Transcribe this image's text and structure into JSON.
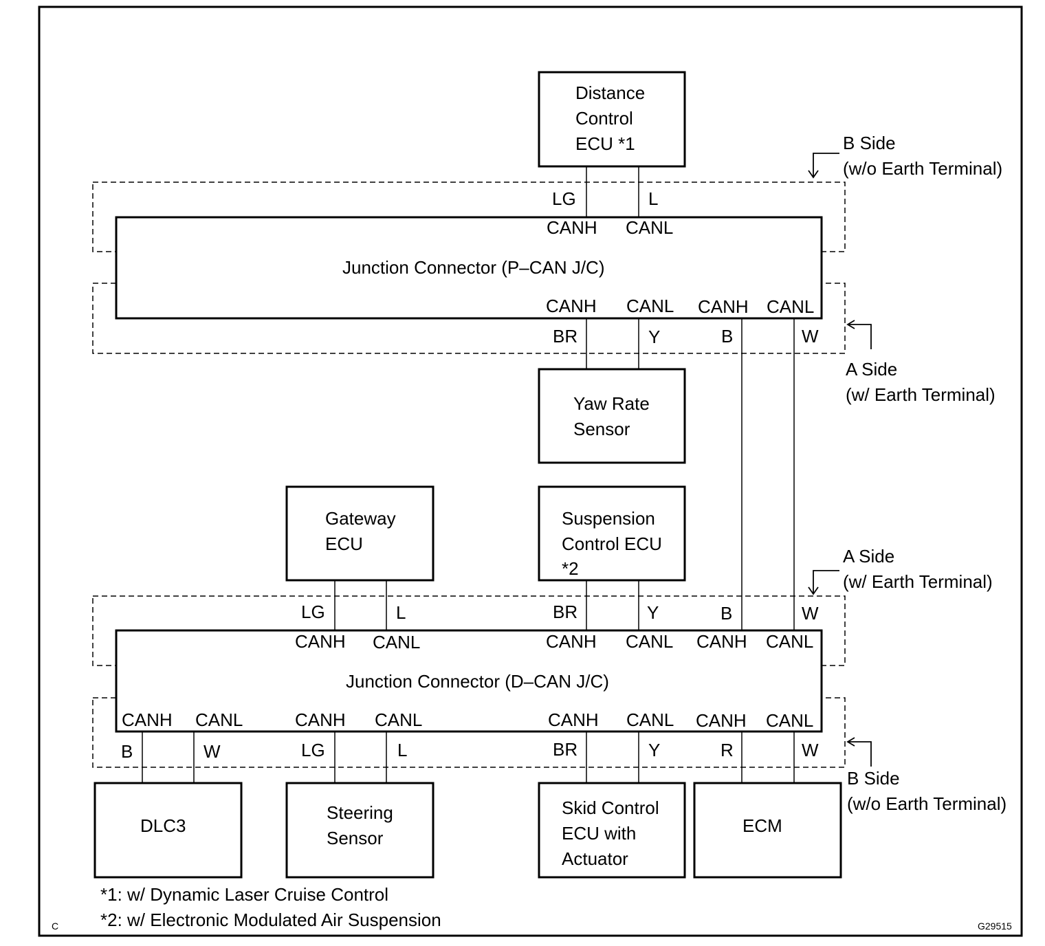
{
  "figure_code": "G29515",
  "corner_mark": "C",
  "nodes": {
    "distance_ecu": [
      "Distance",
      "Control",
      "ECU *1"
    ],
    "yaw_rate_sensor": [
      "Yaw Rate",
      "Sensor"
    ],
    "gateway_ecu": [
      "Gateway",
      "ECU"
    ],
    "suspension_ecu": [
      "Suspension",
      "Control ECU",
      "*2"
    ],
    "dlc3": [
      "DLC3"
    ],
    "steering_sensor": [
      "Steering",
      "Sensor"
    ],
    "skid_control_ecu": [
      "Skid Control",
      "ECU with",
      "Actuator"
    ],
    "ecm": [
      "ECM"
    ]
  },
  "junctions": {
    "p_can": "Junction Connector (P–CAN J/C)",
    "d_can": "Junction Connector (D–CAN J/C)"
  },
  "terminals": {
    "canh": "CANH",
    "canl": "CANL"
  },
  "wire_colors": {
    "lg": "LG",
    "l": "L",
    "br": "BR",
    "y": "Y",
    "b": "B",
    "w": "W",
    "r": "R"
  },
  "side_labels": {
    "b_side": [
      "B Side",
      "(w/o Earth Terminal)"
    ],
    "a_side": [
      "A Side",
      "(w/ Earth Terminal)"
    ]
  },
  "footnotes": [
    "*1: w/ Dynamic Laser Cruise Control",
    "*2: w/ Electronic Modulated Air Suspension"
  ]
}
